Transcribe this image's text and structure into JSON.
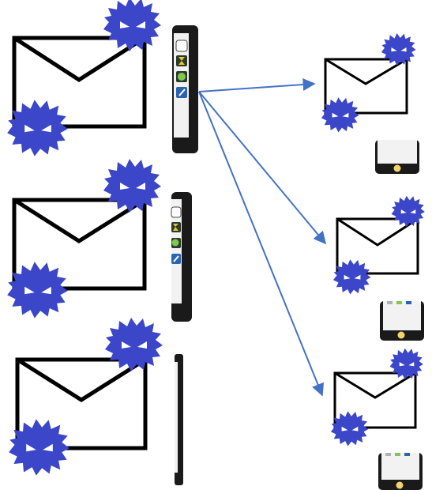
{
  "diagram": {
    "colors": {
      "virus": "#3b46c8",
      "virus_eyes": "#ffffff",
      "arrow": "#4472c4",
      "envelope_stroke": "#000000",
      "phone_body": "#1a1a1a",
      "phone_screen": "#f2f2f2",
      "phone_button": "#f5d36b",
      "app_hourglass": "#e8c830",
      "app_chat": "#7ec850",
      "app_pen": "#2c63b0"
    },
    "icons": {
      "envelope": "envelope-icon",
      "virus": "virus-monster-icon",
      "phone": "smartphone-icon",
      "arrow": "arrow-icon"
    },
    "left_column_count": 3,
    "right_column_count": 3,
    "arrow_count": 3
  }
}
